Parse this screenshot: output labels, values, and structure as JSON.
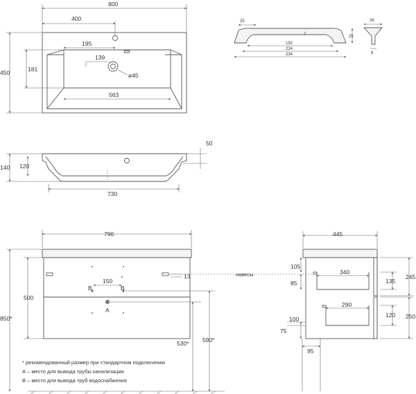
{
  "colors": {
    "line": "#666666",
    "text": "#333333",
    "object": "#555555"
  },
  "top_view": {
    "overall_width": "800",
    "tap_offset": "400",
    "basin_offset": "195",
    "drain_offset": "139",
    "basin_depth": "181",
    "overall_depth": "450",
    "drain_diameter": "ø45",
    "basin_width": "563"
  },
  "handle": {
    "end_length": "25",
    "height_small": "7",
    "height": "25",
    "hole_spacing": "192",
    "length_inner": "224",
    "length_total": "234",
    "side_width": "26",
    "side_base": "8"
  },
  "section_view": {
    "rim_height": "50",
    "total_height": "140",
    "bowl_height": "120",
    "inner_length": "730"
  },
  "front_view": {
    "width": "796",
    "height": "500",
    "total_height": "850*",
    "hinge_spacing": "150",
    "hole_b_left": "B",
    "hole_b_right": "B",
    "hole_a": "A",
    "hinge_offset": "13",
    "drain_height": "530*",
    "supply_height": "590*",
    "hinges_label": "навесы"
  },
  "side_view": {
    "depth": "445",
    "top_drawer_gap": "105",
    "top_drawer_depth": "340",
    "top_drawer_height": "85",
    "top_drawer_inner": "135",
    "top_front": "245",
    "bottom_drawer_depth": "290",
    "bottom_front": "250",
    "bottom_drawer_height": "120",
    "bottom_gap": "100",
    "plinth": "75",
    "leg_offset": "95"
  },
  "notes": [
    "* рекомендованный размер при стандартном подключении",
    "А – место для вывода трубы канализации",
    "В – место для вывода труб водоснабжения"
  ]
}
